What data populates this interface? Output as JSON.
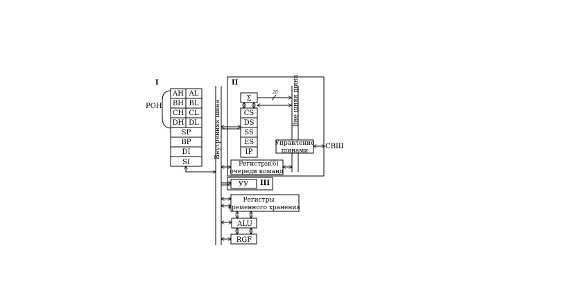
{
  "blocks": {
    "block1_label": "I",
    "block2_label": "II",
    "block3_label": "III"
  },
  "general_registers": {
    "label": "РОН",
    "rows": [
      {
        "high": "AH",
        "low": "AL"
      },
      {
        "high": "BH",
        "low": "BL"
      },
      {
        "high": "CH",
        "low": "CL"
      },
      {
        "high": "DH",
        "low": "DL"
      }
    ],
    "pointer_regs": [
      "SP",
      "BP",
      "DI",
      "SI"
    ]
  },
  "internal_bus_label": "Внутренняя шина",
  "external_bus_label": "Вне шняя шина",
  "sigma_label": "Σ",
  "bus_width_label": "20",
  "segment_registers": [
    "CS",
    "DS",
    "SS",
    "ES",
    "IP"
  ],
  "bus_control": {
    "line1": "Управление",
    "line2": "шинами"
  },
  "system_bus_label": "СВШ",
  "instruction_queue": {
    "line1": "Регистры(6)",
    "line2": "очереди команд"
  },
  "control_unit_label": "УУ",
  "temp_registers": {
    "line1": "Регистры",
    "line2": "временного хранения"
  },
  "alu_label": "ALU",
  "rgf_label": "RGF"
}
